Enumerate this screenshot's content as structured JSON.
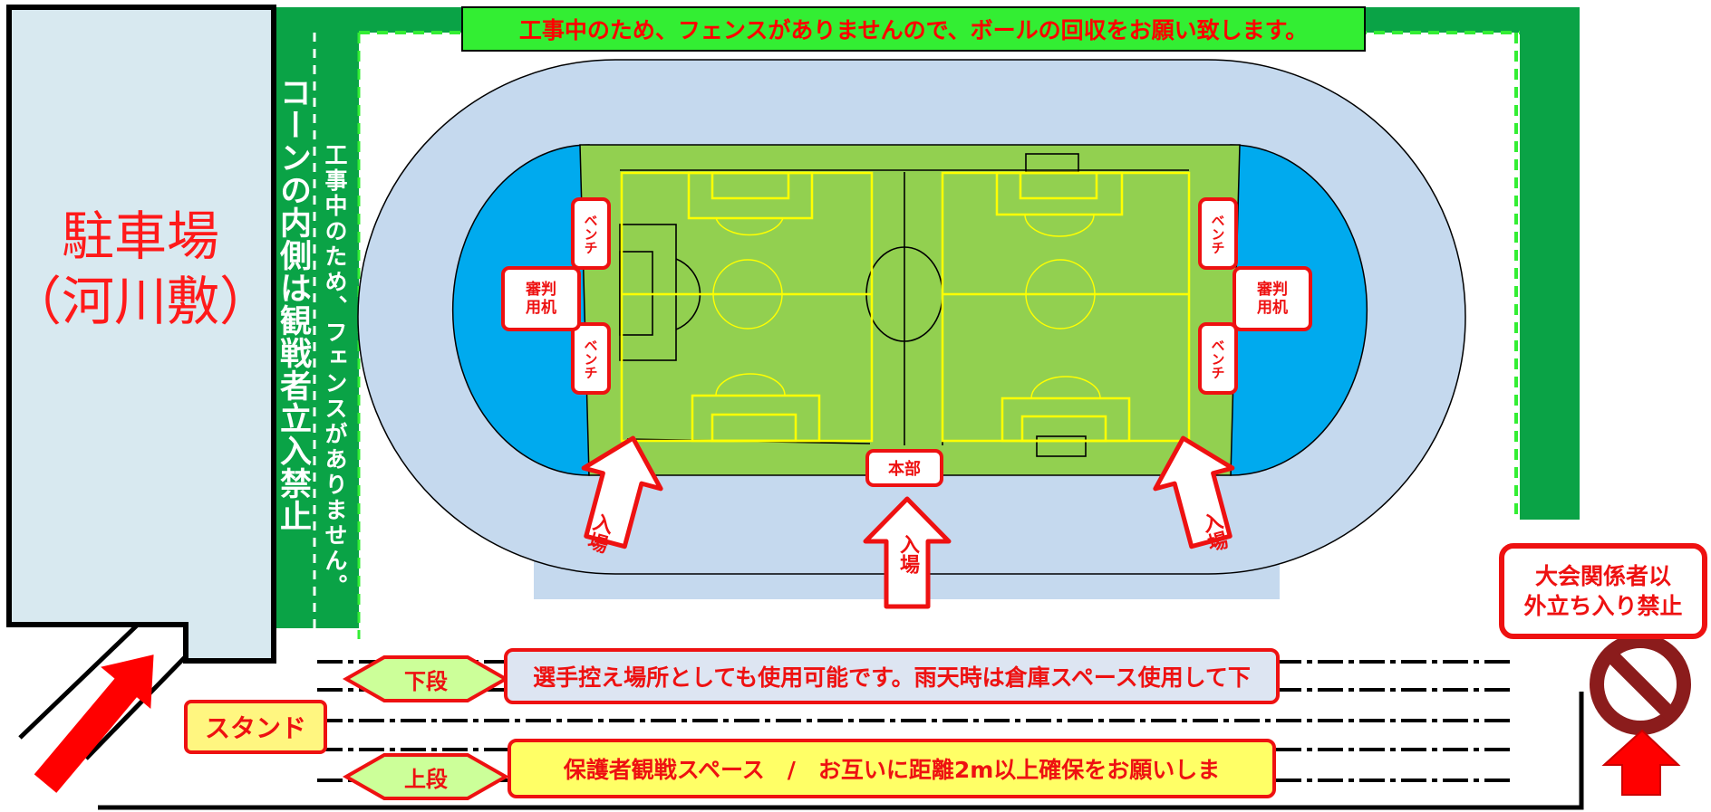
{
  "parking": {
    "line1": "駐車場",
    "line2": "（河川敷）"
  },
  "cone_notice": "コーンの内側は観戦者立入禁止",
  "construction_side": "工事中のため、フェンスがありません。",
  "construction_top": "工事中のため、フェンスがありませんので、ボールの回収をお願い致します。",
  "bench_label": "ベンチ",
  "referee_label": {
    "line1": "審判",
    "line2": "用机"
  },
  "hq_label": "本部",
  "entrance_label": "入場",
  "no_entry": {
    "line1": "大会関係者以",
    "line2": "外立ち入り禁止"
  },
  "stand_label": "スタンド",
  "lower_tier": {
    "label": "下段",
    "message": "選手控え場所としても使用可能です。雨天時は倉庫スペース使用して下"
  },
  "upper_tier": {
    "label": "上段",
    "message": "保護者観戦スペース　/　お互いに距離2m以上確保をお願いしま"
  },
  "colors": {
    "fence_green": "#0aa346",
    "notice_green": "#33ee33",
    "track": "#c5d9ee",
    "runoff_blue": "#00aaee",
    "pitch": "#92d050",
    "field_lines": "#ffff00",
    "alert_red": "#ee1111",
    "banner_lower": "#dde5f2",
    "banner_upper": "#ffff66",
    "hex_fill": "#ccff99"
  },
  "icons": [
    "up-arrow-icon",
    "no-entry-icon",
    "entrance-arrow-icon"
  ]
}
